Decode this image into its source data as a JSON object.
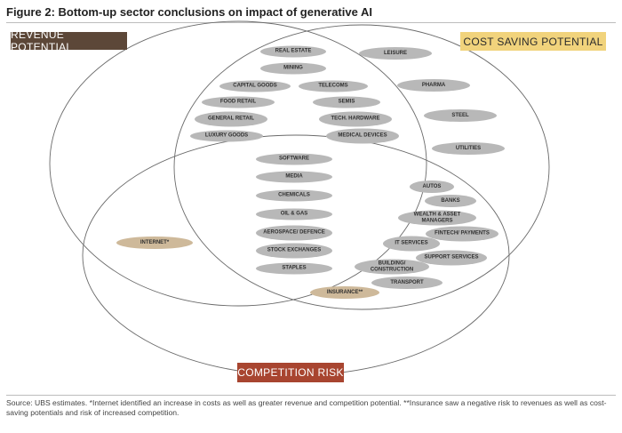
{
  "figure": {
    "title": "Figure 2: Bottom-up sector conclusions on impact of generative AI",
    "footnote": "Source: UBS estimates. *Internet identified an increase in costs as well as greater revenue and competition potential. **Insurance saw a negative risk to revenues as well as cost-saving potentials and risk of increased competition."
  },
  "sets": {
    "revenue": "REVENUE POTENTIAL",
    "cost": "COST SAVING POTENTIAL",
    "competition": "COMPETITION RISK"
  },
  "colors": {
    "revenue_label_bg": "#5c4738",
    "cost_label_bg": "#f1d37c",
    "competition_label_bg": "#a84530",
    "sector_pill": "#b8b8b8",
    "highlighted_pill": "#ceb99a"
  },
  "sectors": {
    "revenue_and_cost": [
      "REAL ESTATE",
      "MINING",
      "CAPITAL GOODS",
      "TELECOMS",
      "FOOD RETAIL",
      "SEMIS",
      "GENERAL RETAIL",
      "TECH. HARDWARE",
      "LUXURY GOODS",
      "MEDICAL DEVICES"
    ],
    "cost_only": [
      "LEISURE",
      "PHARMA",
      "STEEL",
      "UTILITIES"
    ],
    "all_three": [
      "SOFTWARE",
      "MEDIA",
      "CHEMICALS",
      "OIL & GAS",
      "AEROSPACE/ DEFENCE",
      "STOCK EXCHANGES",
      "STAPLES"
    ],
    "revenue_and_competition": [
      "INTERNET*"
    ],
    "cost_and_competition": [
      "AUTOS",
      "BANKS",
      "WEALTH & ASSET MANAGERS",
      "FINTECH/ PAYMENTS",
      "IT SERVICES",
      "SUPPORT SERVICES",
      "BUILDING/ CONSTRUCTION",
      "TRANSPORT",
      "INSURANCE**"
    ]
  }
}
